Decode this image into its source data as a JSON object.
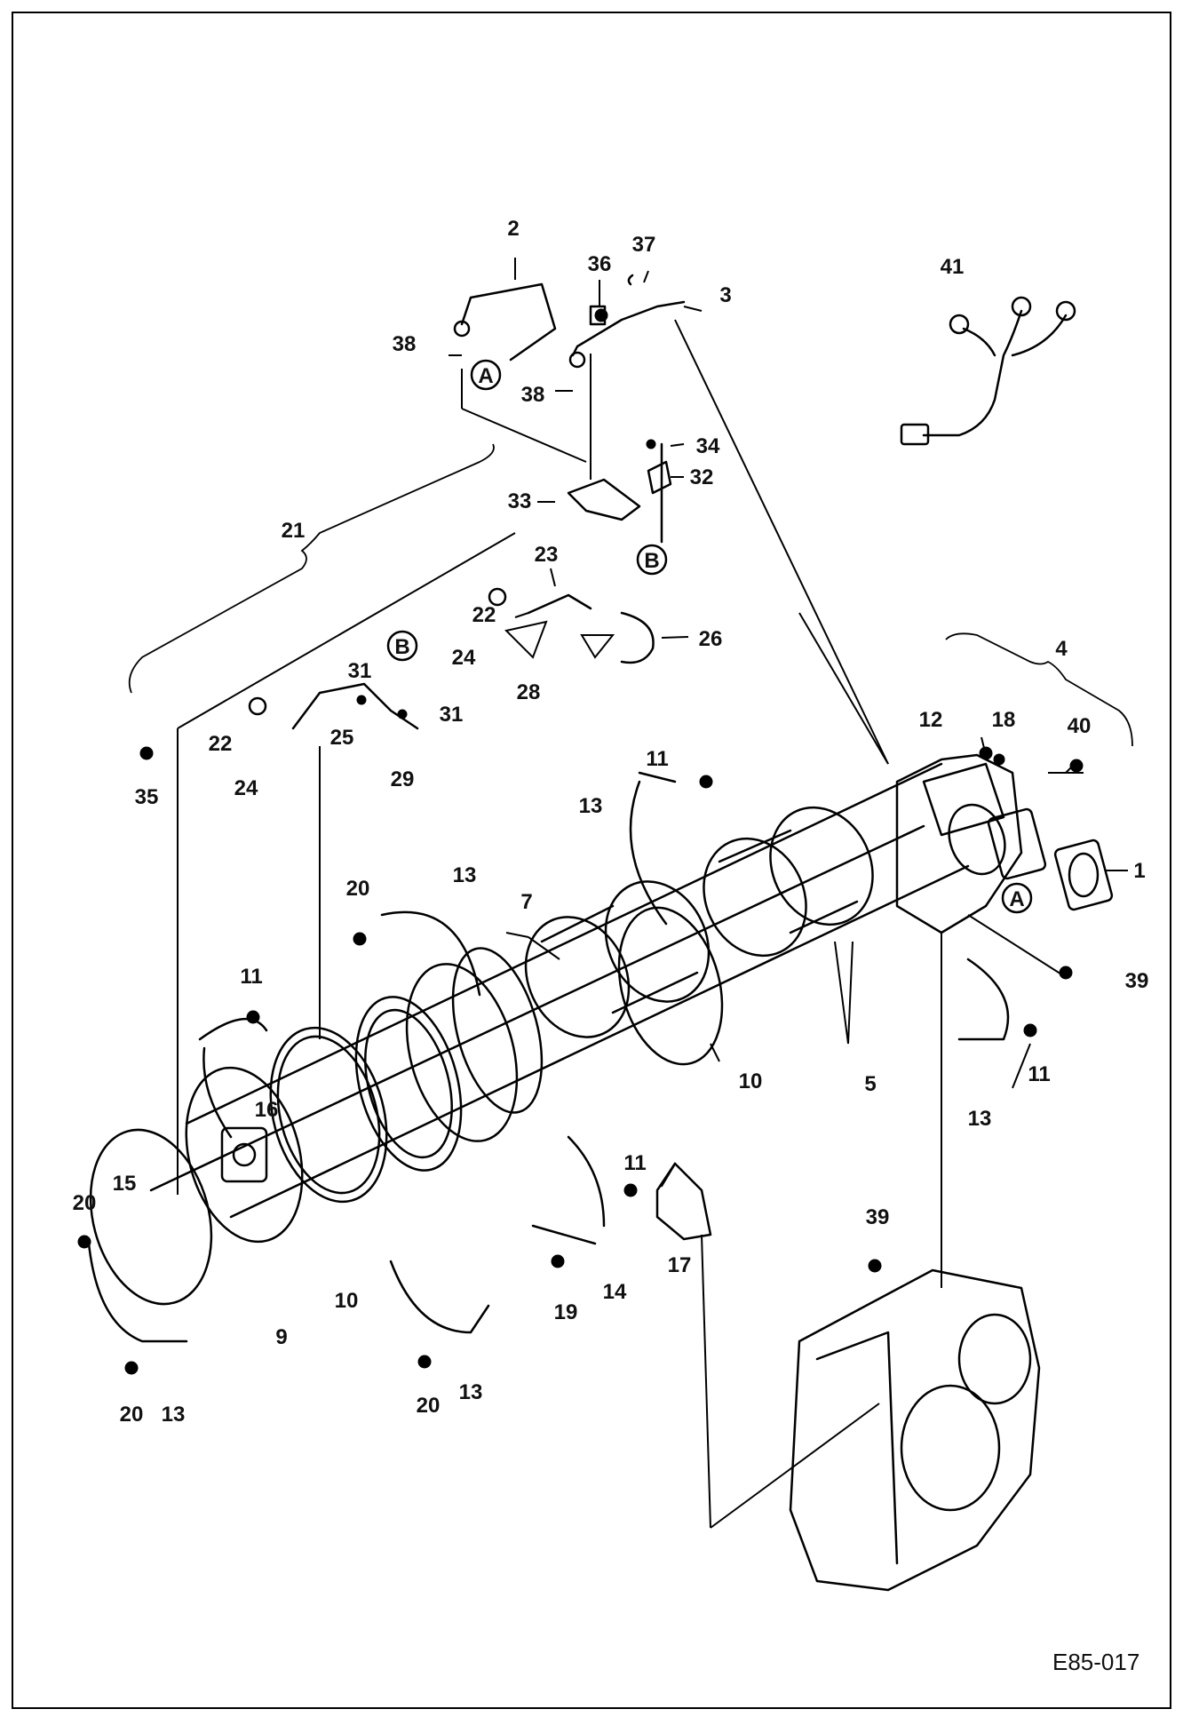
{
  "drawing": {
    "code": "E85-017",
    "callouts": {
      "c1": "1",
      "c2": "2",
      "c3": "3",
      "c4": "4",
      "c5": "5",
      "c7": "7",
      "c9": "9",
      "c10a": "10",
      "c10b": "10",
      "c11a": "11",
      "c11b": "11",
      "c11c": "11",
      "c11d": "11",
      "c12": "12",
      "c13a": "13",
      "c13b": "13",
      "c13c": "13",
      "c13d": "13",
      "c13e": "13",
      "c14": "14",
      "c15": "15",
      "c16": "16",
      "c17": "17",
      "c18": "18",
      "c19": "19",
      "c20a": "20",
      "c20b": "20",
      "c20c": "20",
      "c20d": "20",
      "c21": "21",
      "c22a": "22",
      "c22b": "22",
      "c23": "23",
      "c24a": "24",
      "c24b": "24",
      "c25": "25",
      "c26": "26",
      "c28": "28",
      "c29": "29",
      "c31a": "31",
      "c31b": "31",
      "c32": "32",
      "c33": "33",
      "c34": "34",
      "c35": "35",
      "c36": "36",
      "c37": "37",
      "c38a": "38",
      "c38b": "38",
      "c39a": "39",
      "c39b": "39",
      "c40": "40",
      "c41": "41"
    },
    "connectors": {
      "A1": "A",
      "A2": "A",
      "B1": "B",
      "B2": "B"
    }
  }
}
